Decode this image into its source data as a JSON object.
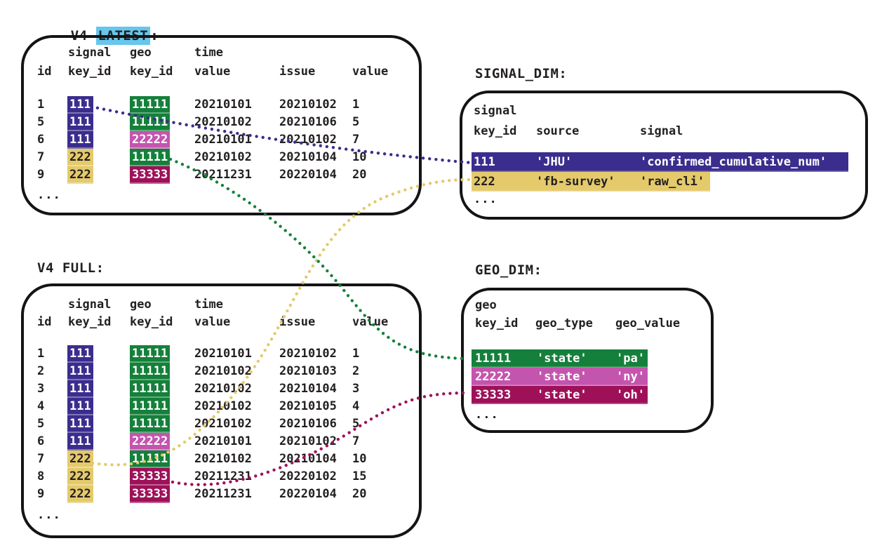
{
  "palette": {
    "indigo": "#3b2d8e",
    "gold": "#e4ca6b",
    "green": "#15803b",
    "orchid": "#c455ae",
    "crimson": "#9e1159",
    "highlight_blue": "#67c6ec",
    "text": "#231f20",
    "border": "#161316",
    "background": "#ffffff"
  },
  "latest": {
    "title_prefix": "V4 ",
    "title_highlight": "LATEST",
    "title_colon": ":",
    "header_top": {
      "signal": "signal",
      "geo": "geo",
      "time": "time"
    },
    "header": {
      "id": "id",
      "signal_key": "key_id",
      "geo_key": "key_id",
      "time_value": "value",
      "issue": "issue",
      "value": "value"
    },
    "rows": [
      {
        "id": "1",
        "signal_key": "111",
        "signal_color": "indigo",
        "geo_key": "11111",
        "geo_color": "green",
        "time_value": "20210101",
        "issue": "20210102",
        "value": "1"
      },
      {
        "id": "5",
        "signal_key": "111",
        "signal_color": "indigo",
        "geo_key": "11111",
        "geo_color": "green",
        "time_value": "20210102",
        "issue": "20210106",
        "value": "5"
      },
      {
        "id": "6",
        "signal_key": "111",
        "signal_color": "indigo",
        "geo_key": "22222",
        "geo_color": "orchid",
        "time_value": "20210101",
        "issue": "20210102",
        "value": "7"
      },
      {
        "id": "7",
        "signal_key": "222",
        "signal_color": "gold",
        "geo_key": "11111",
        "geo_color": "green",
        "time_value": "20210102",
        "issue": "20210104",
        "value": "10"
      },
      {
        "id": "9",
        "signal_key": "222",
        "signal_color": "gold",
        "geo_key": "33333",
        "geo_color": "crimson",
        "time_value": "20211231",
        "issue": "20220104",
        "value": "20"
      }
    ],
    "ellipsis": "..."
  },
  "full": {
    "title": "V4 FULL:",
    "header_top": {
      "signal": "signal",
      "geo": "geo",
      "time": "time"
    },
    "header": {
      "id": "id",
      "signal_key": "key_id",
      "geo_key": "key_id",
      "time_value": "value",
      "issue": "issue",
      "value": "value"
    },
    "rows": [
      {
        "id": "1",
        "signal_key": "111",
        "signal_color": "indigo",
        "geo_key": "11111",
        "geo_color": "green",
        "time_value": "20210101",
        "issue": "20210102",
        "value": "1"
      },
      {
        "id": "2",
        "signal_key": "111",
        "signal_color": "indigo",
        "geo_key": "11111",
        "geo_color": "green",
        "time_value": "20210102",
        "issue": "20210103",
        "value": "2"
      },
      {
        "id": "3",
        "signal_key": "111",
        "signal_color": "indigo",
        "geo_key": "11111",
        "geo_color": "green",
        "time_value": "20210102",
        "issue": "20210104",
        "value": "3"
      },
      {
        "id": "4",
        "signal_key": "111",
        "signal_color": "indigo",
        "geo_key": "11111",
        "geo_color": "green",
        "time_value": "20210102",
        "issue": "20210105",
        "value": "4"
      },
      {
        "id": "5",
        "signal_key": "111",
        "signal_color": "indigo",
        "geo_key": "11111",
        "geo_color": "green",
        "time_value": "20210102",
        "issue": "20210106",
        "value": "5"
      },
      {
        "id": "6",
        "signal_key": "111",
        "signal_color": "indigo",
        "geo_key": "22222",
        "geo_color": "orchid",
        "time_value": "20210101",
        "issue": "20210102",
        "value": "7"
      },
      {
        "id": "7",
        "signal_key": "222",
        "signal_color": "gold",
        "geo_key": "11111",
        "geo_color": "green",
        "time_value": "20210102",
        "issue": "20210104",
        "value": "10"
      },
      {
        "id": "8",
        "signal_key": "222",
        "signal_color": "gold",
        "geo_key": "33333",
        "geo_color": "crimson",
        "time_value": "20211231",
        "issue": "20220102",
        "value": "15"
      },
      {
        "id": "9",
        "signal_key": "222",
        "signal_color": "gold",
        "geo_key": "33333",
        "geo_color": "crimson",
        "time_value": "20211231",
        "issue": "20220104",
        "value": "20"
      }
    ],
    "ellipsis": "..."
  },
  "signal_dim": {
    "title": "SIGNAL_DIM:",
    "header_top": "signal",
    "header": {
      "key_id": "key_id",
      "source": "source",
      "signal": "signal"
    },
    "rows": [
      {
        "key_id": "111",
        "source": "'JHU'",
        "signal": "'confirmed_cumulative_num'",
        "color": "indigo"
      },
      {
        "key_id": "222",
        "source": "'fb-survey'",
        "signal": "'raw_cli'",
        "color": "gold"
      }
    ],
    "ellipsis": "..."
  },
  "geo_dim": {
    "title": "GEO_DIM:",
    "header_top": "geo",
    "header": {
      "key_id": "key_id",
      "geo_type": "geo_type",
      "geo_value": "geo_value"
    },
    "rows": [
      {
        "key_id": "11111",
        "geo_type": "'state'",
        "geo_value": "'pa'",
        "color": "green"
      },
      {
        "key_id": "22222",
        "geo_type": "'state'",
        "geo_value": "'ny'",
        "color": "orchid"
      },
      {
        "key_id": "33333",
        "geo_type": "'state'",
        "geo_value": "'oh'",
        "color": "crimson"
      }
    ],
    "ellipsis": "..."
  },
  "connectors": [
    {
      "key": "111",
      "from": "V4 LATEST signal key_id",
      "to": "SIGNAL_DIM row 111",
      "color": "#3b2d8e"
    },
    {
      "key": "222",
      "from": "V4 FULL signal key_id",
      "to": "SIGNAL_DIM row 222",
      "color": "#e4ca6b"
    },
    {
      "key": "11111",
      "from": "V4 LATEST geo key_id",
      "to": "GEO_DIM row 11111",
      "color": "#15803b"
    },
    {
      "key": "33333",
      "from": "V4 FULL geo key_id",
      "to": "GEO_DIM row 33333",
      "color": "#9e1159"
    }
  ]
}
